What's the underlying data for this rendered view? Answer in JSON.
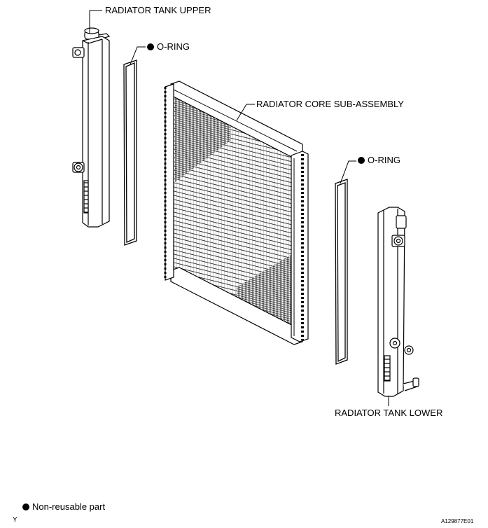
{
  "labels": {
    "tank_upper": "RADIATOR TANK UPPER",
    "o_ring_left": "O-RING",
    "core": "RADIATOR CORE SUB-ASSEMBLY",
    "o_ring_right": "O-RING",
    "tank_lower": "RADIATOR TANK LOWER"
  },
  "legend": {
    "text": "Non-reusable part",
    "marker": "Y"
  },
  "figure_id": "A129877E01",
  "icons": {
    "bullet": "filled-circle-icon"
  }
}
